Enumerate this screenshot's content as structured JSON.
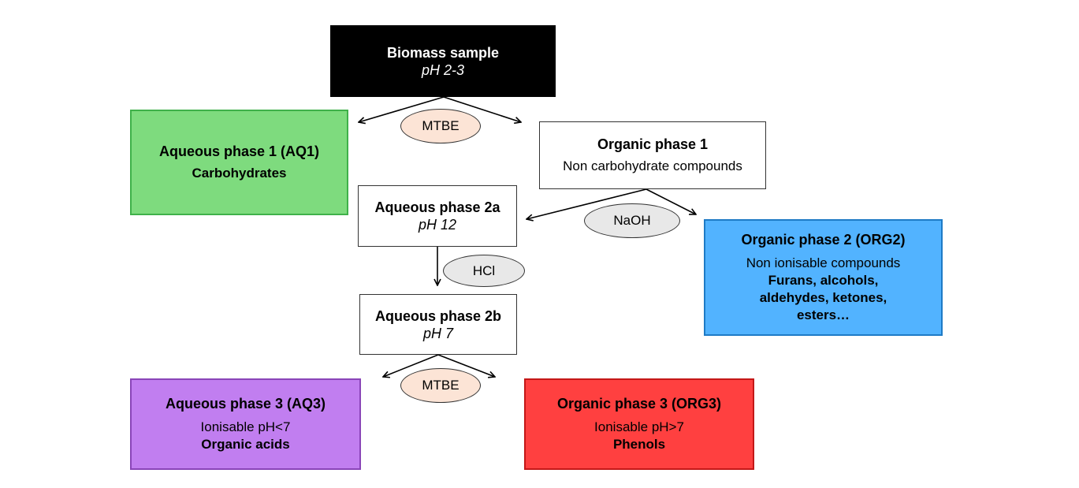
{
  "nodes": {
    "biomass": {
      "title": "Biomass sample",
      "subtitle": "pH 2-3",
      "color": "#000000"
    },
    "aq1": {
      "title": "Aqueous phase 1 (AQ1)",
      "detail": "Carbohydrates",
      "color": "#7edb7e"
    },
    "org1": {
      "title": "Organic phase 1",
      "detail": "Non carbohydrate compounds"
    },
    "aq2a": {
      "title": "Aqueous phase 2a",
      "subtitle": "pH 12"
    },
    "aq2b": {
      "title": "Aqueous phase 2b",
      "subtitle": "pH 7"
    },
    "org2": {
      "title": "Organic phase 2 (ORG2)",
      "description": "Non ionisable compounds",
      "detail": "Furans, alcohols, aldehydes, ketones, esters…",
      "color": "#52b3ff"
    },
    "aq3": {
      "title": "Aqueous phase 3 (AQ3)",
      "description": "Ionisable pH<7",
      "detail": "Organic acids",
      "color": "#c17ef0"
    },
    "org3": {
      "title": "Organic phase 3 (ORG3)",
      "description": "Ionisable pH>7",
      "detail": "Phenols",
      "color": "#ff4040"
    }
  },
  "reagents": {
    "mtbe1": "MTBE",
    "naoh": "NaOH",
    "hcl": "HCl",
    "mtbe2": "MTBE"
  }
}
